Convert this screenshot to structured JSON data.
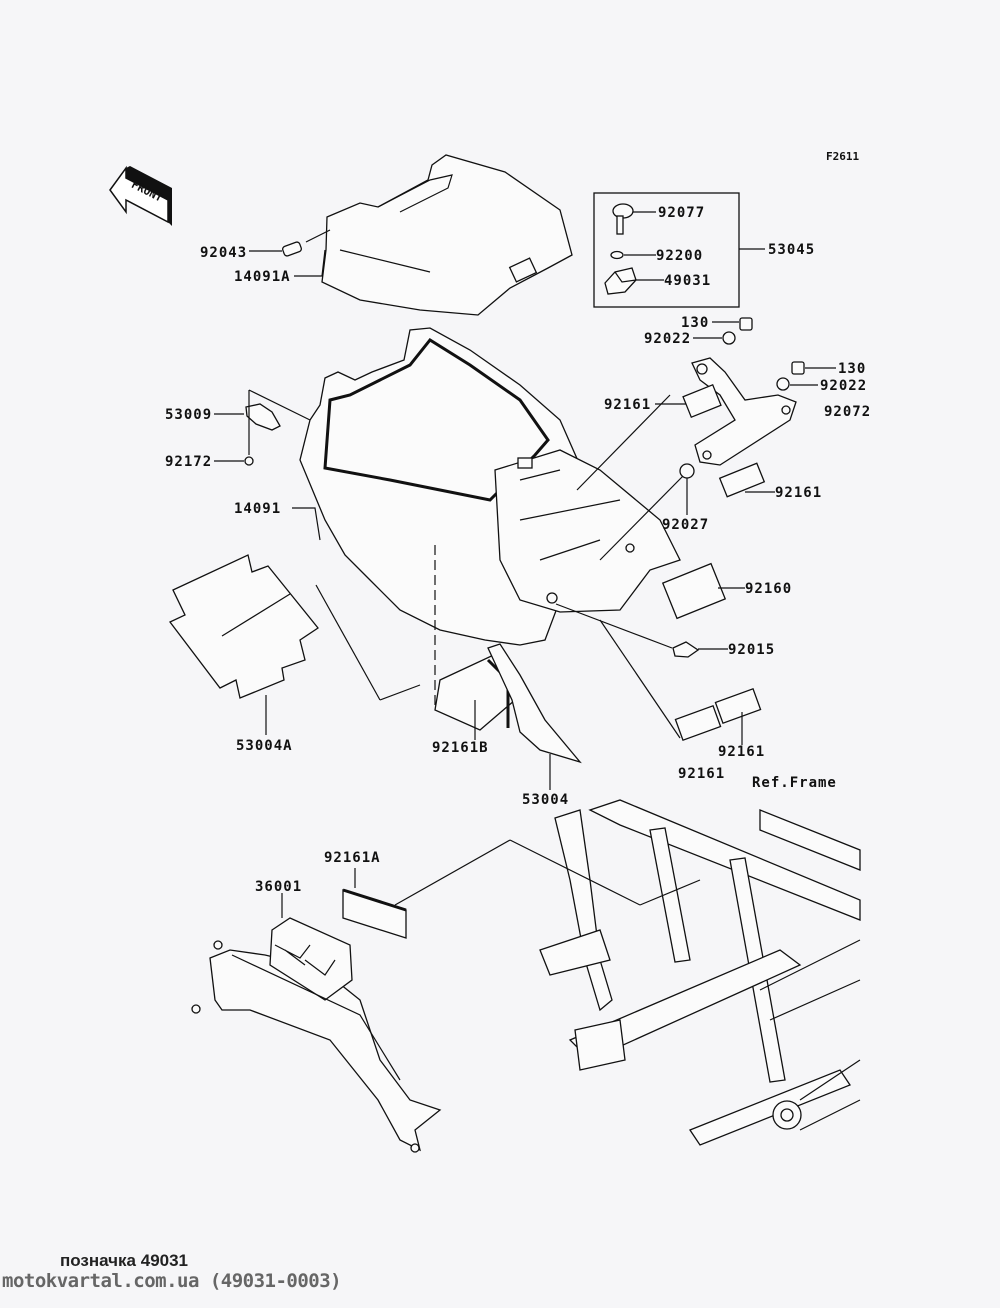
{
  "diagram": {
    "figure_code": "F2611",
    "front_arrow_text": "FRONT",
    "reference_text": "Ref.Frame",
    "kit_box": {
      "kit_number": "53045",
      "contents": [
        "92077",
        "92200",
        "49031"
      ]
    },
    "callouts": {
      "c92043": "92043",
      "c14091A": "14091A",
      "c92077": "92077",
      "c92200": "92200",
      "c49031": "49031",
      "c53045": "53045",
      "c130a": "130",
      "c92022a": "92022",
      "c130b": "130",
      "c92022b": "92022",
      "c92072": "92072",
      "c92161a": "92161",
      "c53009": "53009",
      "c92172": "92172",
      "c14091": "14091",
      "c92027": "92027",
      "c92161b": "92161",
      "c92160": "92160",
      "c92015": "92015",
      "c53004A": "53004A",
      "c92161B": "92161B",
      "c92161c": "92161",
      "c92161d": "92161",
      "c53004": "53004",
      "c92161A": "92161A",
      "c36001": "36001"
    }
  },
  "footer": {
    "caption": "позначка 49031",
    "watermark": "motokvartal.com.ua (49031-0003)"
  }
}
